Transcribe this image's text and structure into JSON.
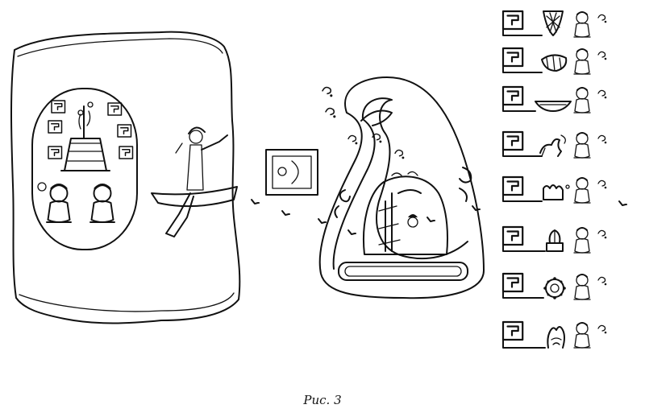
{
  "figure": {
    "caption": "Рис. 3"
  },
  "palette": {
    "ink": "#111111",
    "paper": "#ffffff"
  },
  "scenes": {
    "place_scene": {
      "icon": "pyramid-temple-icon",
      "persons": 2
    },
    "canoe_scene": {
      "icon": "canoe-traveler-icon"
    },
    "year_sign": {
      "icon": "glyph-box-icon"
    },
    "mountain": {
      "icon": "curled-mountain-icon"
    },
    "footprint_trail": {
      "icon": "footprint-icon"
    }
  },
  "glyph_column": {
    "rows": [
      {
        "name": "glyph-row-net",
        "icon": "net-icon"
      },
      {
        "name": "glyph-row-bundle",
        "icon": "bundle-icon"
      },
      {
        "name": "glyph-row-bowl",
        "icon": "bowl-icon"
      },
      {
        "name": "glyph-row-animal",
        "icon": "animal-icon"
      },
      {
        "name": "glyph-row-hand",
        "icon": "hand-icon"
      },
      {
        "name": "glyph-row-flower",
        "icon": "flower-icon"
      },
      {
        "name": "glyph-row-sun-disc",
        "icon": "sun-disc-icon"
      },
      {
        "name": "glyph-row-plant",
        "icon": "plant-icon"
      }
    ]
  }
}
